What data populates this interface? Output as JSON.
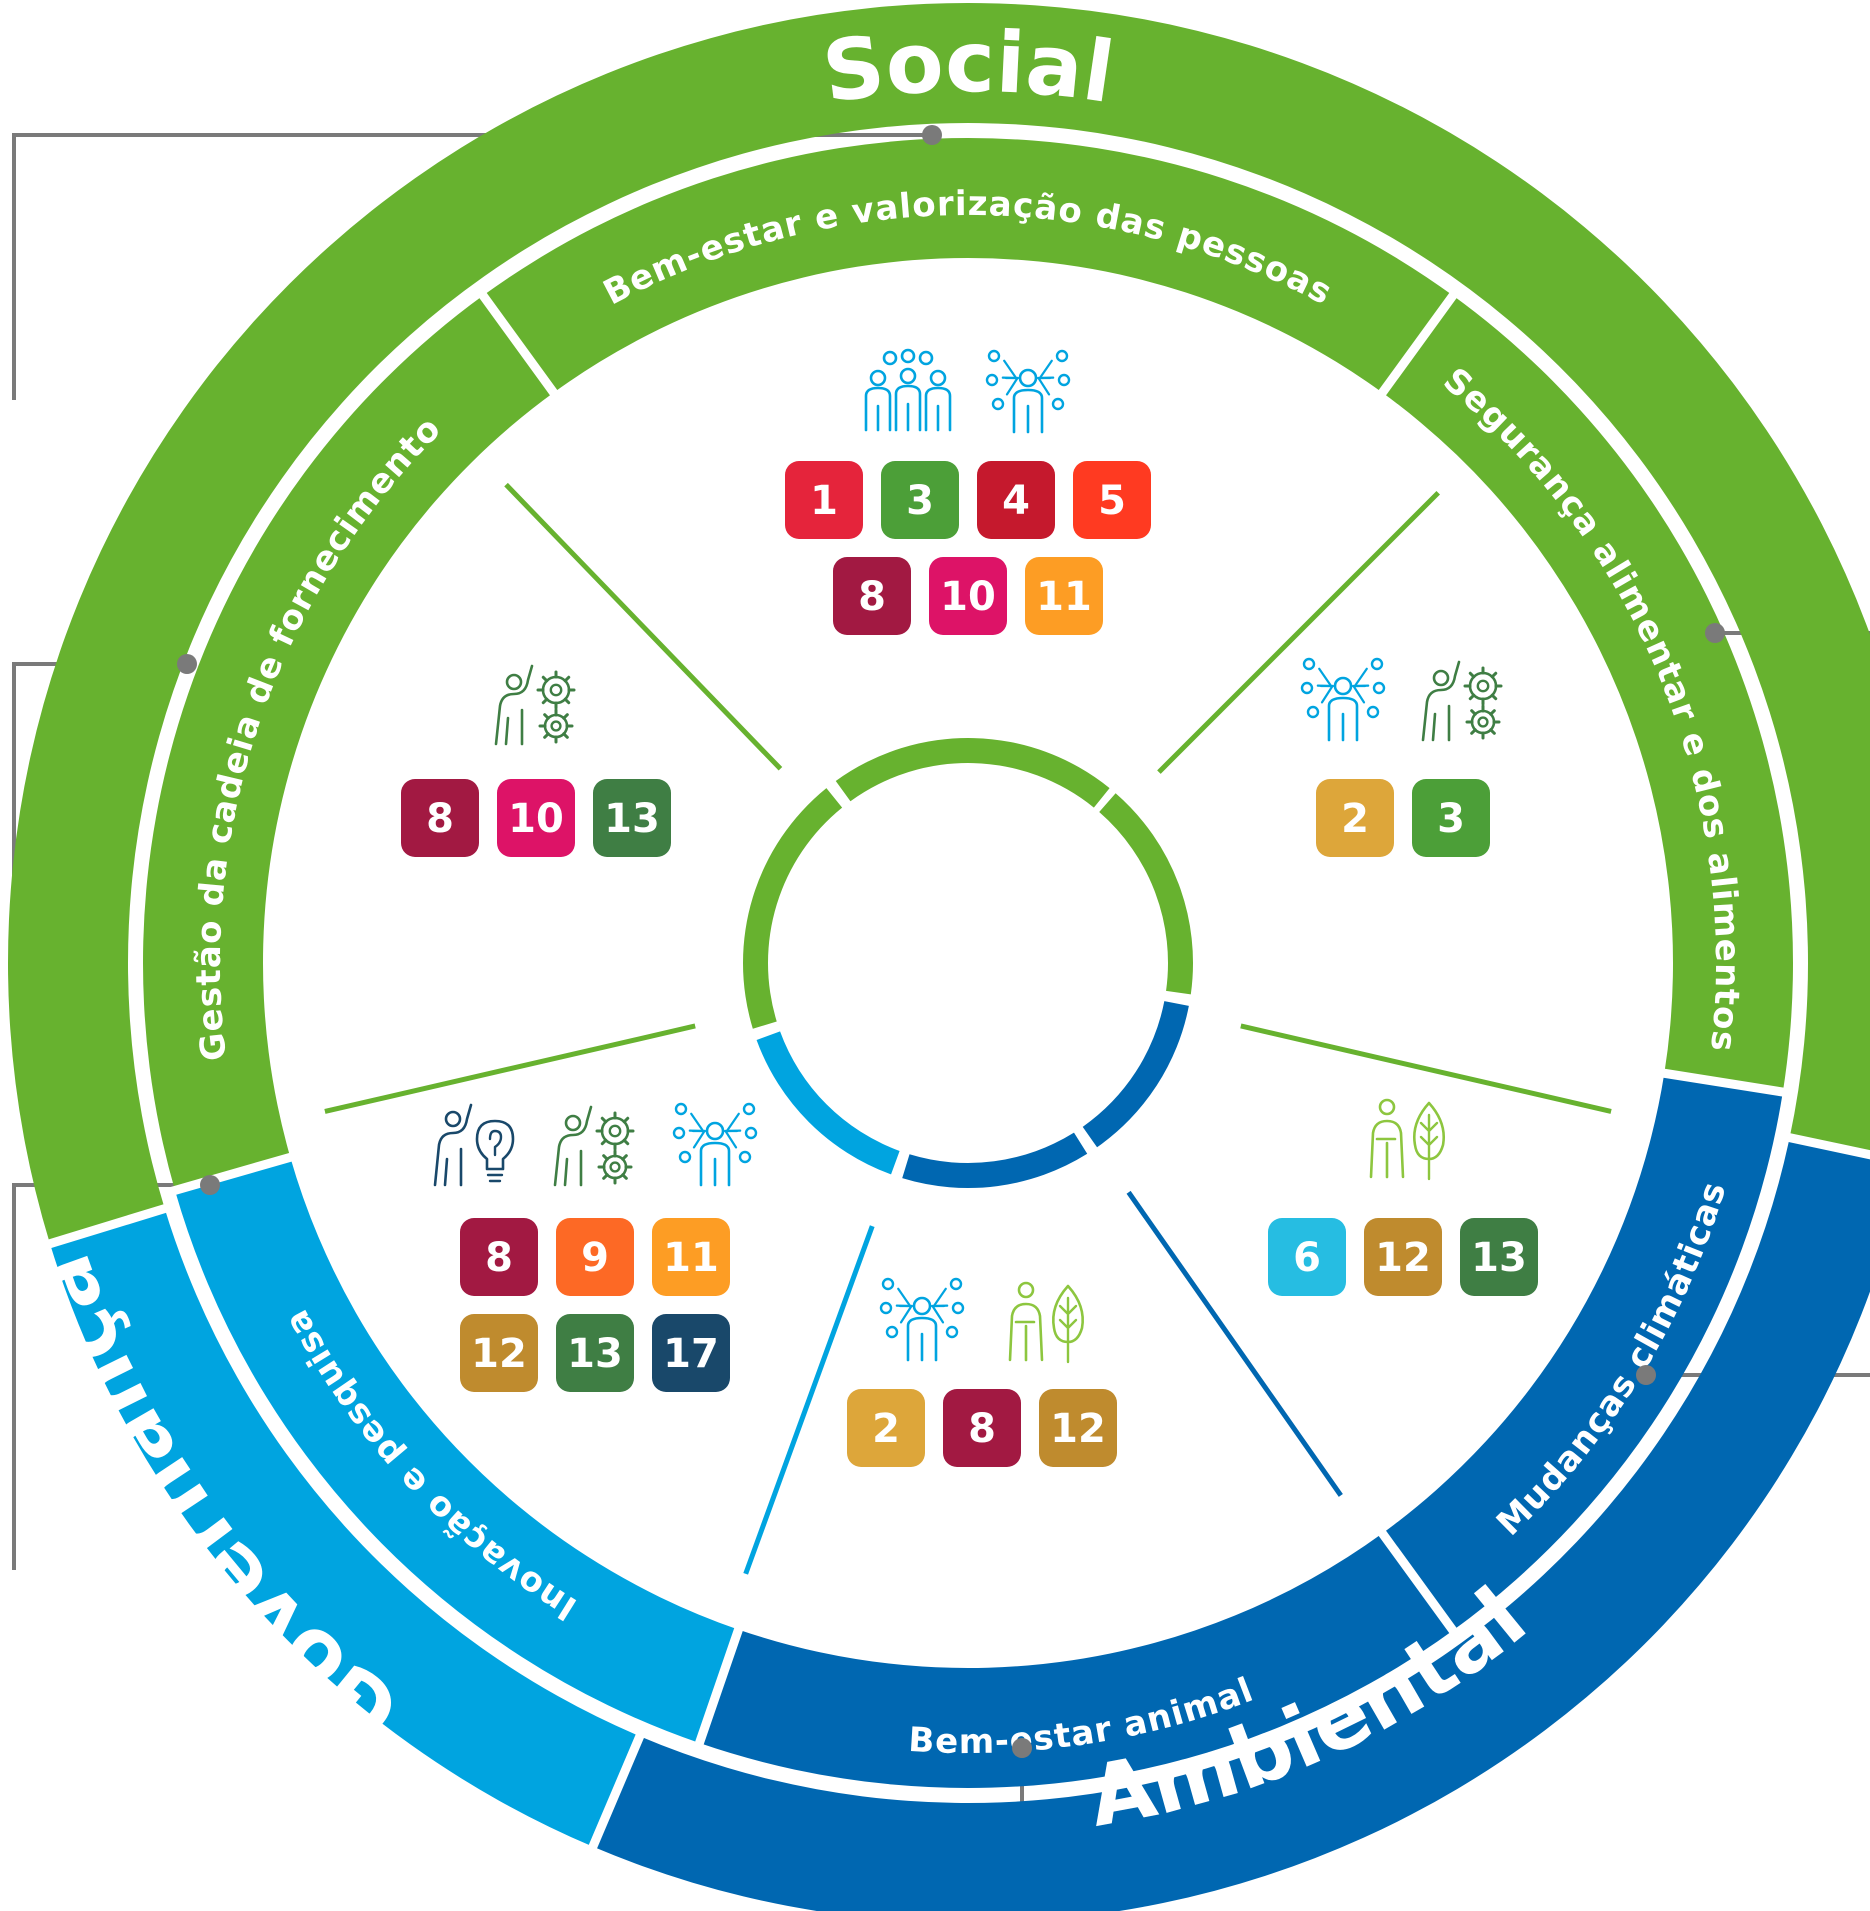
{
  "pillars": {
    "social": {
      "label": "Social",
      "color": "#67b22f"
    },
    "governanca": {
      "label": "Governança",
      "color": "#00a4e0"
    },
    "ambiental": {
      "label": "Ambiental",
      "color": "#0067b1"
    }
  },
  "themes": [
    {
      "key": "bem-estar-pessoas",
      "label": "Bem-estar e valorização das pessoas",
      "pillar": "social",
      "icons": [
        "people-group-icon",
        "network-person-icon"
      ],
      "sdgs": [
        [
          1,
          3,
          4,
          5
        ],
        [
          8,
          10,
          11
        ]
      ]
    },
    {
      "key": "seguranca-alimentar",
      "label": "Segurança alimentar e dos alimentos",
      "pillar": "social",
      "icons": [
        "network-person-icon",
        "person-gears-icon"
      ],
      "sdgs": [
        [
          2,
          3
        ]
      ]
    },
    {
      "key": "mudancas-climaticas",
      "label": "Mudanças climáticas",
      "pillar": "ambiental",
      "icons": [
        "person-leaf-icon"
      ],
      "sdgs": [
        [
          6,
          12,
          13
        ]
      ]
    },
    {
      "key": "bem-estar-animal",
      "label": "Bem-estar animal",
      "pillar": "ambiental",
      "icons": [
        "network-person-icon",
        "person-leaf-icon"
      ],
      "sdgs": [
        [
          2,
          8,
          12
        ]
      ]
    },
    {
      "key": "inovacao-pesquisa",
      "label": "Inovação e pesquisa",
      "pillar": "governanca",
      "icons": [
        "person-idea-icon",
        "person-gears-icon",
        "network-person-icon"
      ],
      "sdgs": [
        [
          8,
          9,
          11
        ],
        [
          12,
          13,
          17
        ]
      ]
    },
    {
      "key": "cadeia-fornecimento",
      "label": "Gestão da cadeia de fornecimento",
      "pillar": "social",
      "icons": [
        "person-gears-icon"
      ],
      "sdgs": [
        [
          8,
          10,
          13
        ]
      ]
    }
  ],
  "sdg_colors": {
    "1": "#e5243b",
    "2": "#dda63a",
    "3": "#4c9f38",
    "4": "#c5192d",
    "5": "#ff3a21",
    "6": "#26bde2",
    "8": "#a21942",
    "9": "#fd6925",
    "10": "#dd1367",
    "11": "#fd9d24",
    "12": "#bf8b2e",
    "13": "#3f7e44",
    "17": "#19486a"
  }
}
